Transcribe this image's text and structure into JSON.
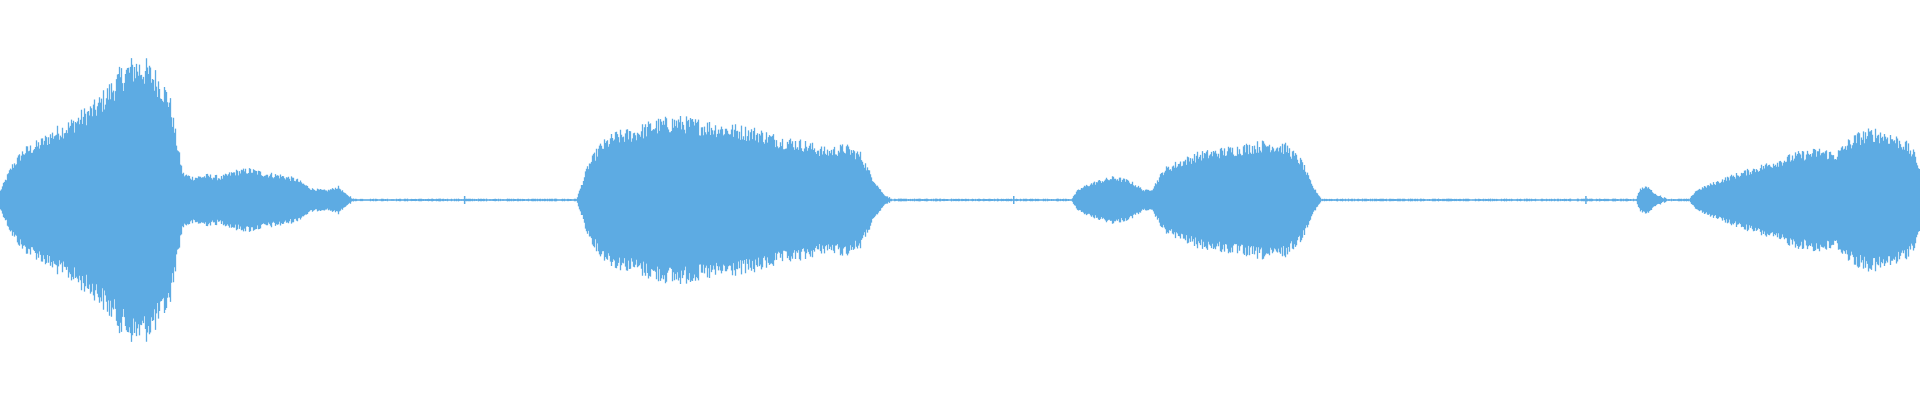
{
  "waveform": {
    "color": "#5DABE3",
    "background": "#FFFFFF",
    "amplitude_scale": 1.0,
    "envelope": [
      [
        0.0,
        0.05
      ],
      [
        0.006,
        0.18
      ],
      [
        0.012,
        0.26
      ],
      [
        0.02,
        0.3
      ],
      [
        0.028,
        0.36
      ],
      [
        0.036,
        0.4
      ],
      [
        0.044,
        0.46
      ],
      [
        0.05,
        0.5
      ],
      [
        0.058,
        0.6
      ],
      [
        0.064,
        0.68
      ],
      [
        0.07,
        0.72
      ],
      [
        0.076,
        0.7
      ],
      [
        0.082,
        0.64
      ],
      [
        0.088,
        0.54
      ],
      [
        0.092,
        0.3
      ],
      [
        0.095,
        0.14
      ],
      [
        0.1,
        0.12
      ],
      [
        0.108,
        0.13
      ],
      [
        0.115,
        0.12
      ],
      [
        0.122,
        0.15
      ],
      [
        0.13,
        0.16
      ],
      [
        0.138,
        0.14
      ],
      [
        0.146,
        0.13
      ],
      [
        0.154,
        0.11
      ],
      [
        0.162,
        0.06
      ],
      [
        0.17,
        0.05
      ],
      [
        0.176,
        0.07
      ],
      [
        0.18,
        0.03
      ],
      [
        0.184,
        0.005
      ],
      [
        0.3,
        0.005
      ],
      [
        0.302,
        0.06
      ],
      [
        0.306,
        0.18
      ],
      [
        0.312,
        0.28
      ],
      [
        0.32,
        0.34
      ],
      [
        0.33,
        0.36
      ],
      [
        0.34,
        0.4
      ],
      [
        0.352,
        0.42
      ],
      [
        0.366,
        0.4
      ],
      [
        0.38,
        0.38
      ],
      [
        0.394,
        0.36
      ],
      [
        0.406,
        0.32
      ],
      [
        0.418,
        0.3
      ],
      [
        0.43,
        0.26
      ],
      [
        0.44,
        0.28
      ],
      [
        0.448,
        0.24
      ],
      [
        0.454,
        0.12
      ],
      [
        0.46,
        0.03
      ],
      [
        0.464,
        0.005
      ],
      [
        0.558,
        0.005
      ],
      [
        0.561,
        0.05
      ],
      [
        0.566,
        0.08
      ],
      [
        0.572,
        0.1
      ],
      [
        0.58,
        0.12
      ],
      [
        0.588,
        0.1
      ],
      [
        0.596,
        0.05
      ],
      [
        0.6,
        0.06
      ],
      [
        0.606,
        0.16
      ],
      [
        0.614,
        0.2
      ],
      [
        0.624,
        0.24
      ],
      [
        0.636,
        0.26
      ],
      [
        0.648,
        0.28
      ],
      [
        0.66,
        0.3
      ],
      [
        0.67,
        0.28
      ],
      [
        0.678,
        0.2
      ],
      [
        0.683,
        0.08
      ],
      [
        0.688,
        0.005
      ],
      [
        0.852,
        0.005
      ],
      [
        0.854,
        0.06
      ],
      [
        0.858,
        0.07
      ],
      [
        0.862,
        0.03
      ],
      [
        0.868,
        0.005
      ],
      [
        0.88,
        0.005
      ],
      [
        0.883,
        0.05
      ],
      [
        0.89,
        0.08
      ],
      [
        0.9,
        0.12
      ],
      [
        0.912,
        0.16
      ],
      [
        0.924,
        0.2
      ],
      [
        0.936,
        0.24
      ],
      [
        0.948,
        0.26
      ],
      [
        0.956,
        0.24
      ],
      [
        0.962,
        0.3
      ],
      [
        0.968,
        0.34
      ],
      [
        0.976,
        0.36
      ],
      [
        0.984,
        0.34
      ],
      [
        0.992,
        0.3
      ],
      [
        0.997,
        0.24
      ],
      [
        1.0,
        0.16
      ]
    ],
    "markers": [
      0.242,
      0.528,
      0.56,
      0.826
    ]
  }
}
